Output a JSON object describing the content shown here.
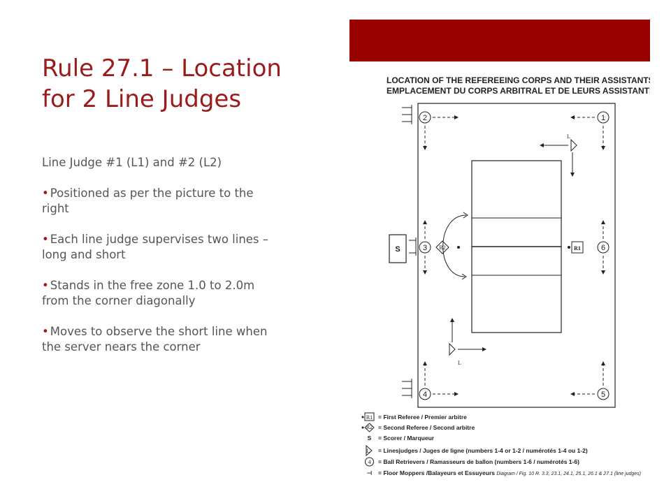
{
  "slide": {
    "title": "Rule 27.1 – Location for 2 Line Judges",
    "intro": "Line Judge #1 (L1) and #2 (L2)",
    "bullets": [
      "Positioned as per the picture to the right",
      "Each line judge supervises two lines – long and short",
      "Stands in the free zone 1.0 to 2.0m from the corner diagonally",
      "Moves to observe the short line when the server nears the corner"
    ],
    "bullet_glyph": "•",
    "accent_color": "#9b1b1b",
    "bar_color": "#990000"
  },
  "diagram": {
    "heading_en": "LOCATION OF THE REFEREEING CORPS AND THEIR ASSISTANTS",
    "heading_fr": "EMPLACEMENT DU CORPS ARBITRAL ET DE LEURS ASSISTANTS",
    "retriever_numbers": [
      "2",
      "1",
      "3",
      "6",
      "4",
      "5"
    ],
    "scorer_label": "S",
    "first_referee_label": "R1",
    "second_referee_label": "R2",
    "linejudge_label": "L",
    "legend": [
      {
        "symbol": "R1",
        "text": "= First Referee / Premier arbitre"
      },
      {
        "symbol": "R2",
        "text": "= Second Referee / Second arbitre"
      },
      {
        "symbol": "S",
        "text": "= Scorer / Marqueur"
      },
      {
        "symbol": "L",
        "text": "= Linesjudges / Juges de ligne (numbers 1-4 or 1-2 / numérotés 1-4 ou 1-2)"
      },
      {
        "symbol": "4",
        "text": "= Ball Retrievers / Ramasseurs de ballon (numbers 1-6 / numérotés 1-6)"
      },
      {
        "symbol": "⊣",
        "text": "= Floor Moppers /Balayeurs et Essuyeurs"
      }
    ],
    "caption": "Diagram / Fig. 10  R. 3.3, 23.1, 24.1, 25.1, 26.1 & 27.1 (line judges)"
  }
}
